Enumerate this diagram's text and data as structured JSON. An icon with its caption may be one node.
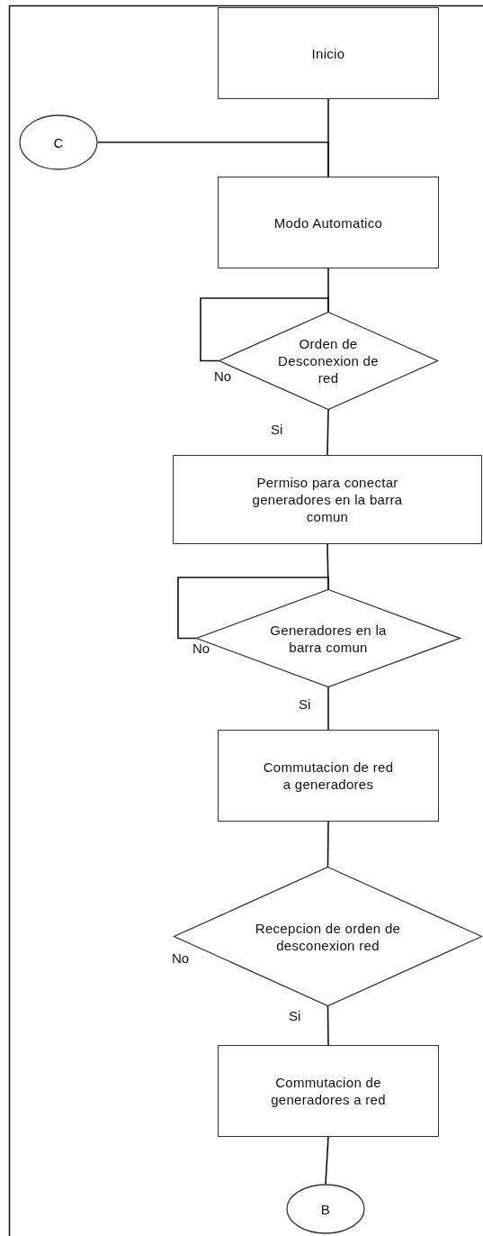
{
  "diagram": {
    "nodes": [
      {
        "text": [
          "Inicio"
        ]
      },
      {
        "text": [
          "C"
        ]
      },
      {
        "text": [
          "Modo Automatico"
        ]
      },
      {
        "text": [
          "Orden de Desconexion de red"
        ]
      },
      {
        "text": [
          "Permiso para conectar generadores en la barra comun"
        ]
      },
      {
        "text": [
          "Generadores en la barra comun"
        ]
      },
      {
        "text": [
          "Commutacion de red a generadores"
        ]
      },
      {
        "text": [
          "Recepcion de orden de desconexion red"
        ]
      },
      {
        "text": [
          "Commutacion de generadores a red"
        ]
      },
      {
        "text": [
          "B"
        ]
      }
    ],
    "edges": [
      {
        "from": 0,
        "to": 2,
        "arrow": "none"
      },
      {
        "from": 1,
        "to": 2,
        "arrow": "none"
      },
      {
        "from": 2,
        "to": 3,
        "arrow": "none"
      },
      {
        "from": 3,
        "to": 3,
        "label": "No",
        "arrow": "none"
      },
      {
        "from": 3,
        "to": 4,
        "label": "Si",
        "arrow": "none"
      },
      {
        "from": 4,
        "to": 5,
        "arrow": "none"
      },
      {
        "from": 5,
        "to": 5,
        "label": "No",
        "arrow": "none"
      },
      {
        "from": 5,
        "to": 6,
        "label": "Si",
        "arrow": "none"
      },
      {
        "from": 6,
        "to": 7,
        "arrow": "none"
      },
      {
        "from": 7,
        "to": 8,
        "label": "Si",
        "arrow": "none"
      },
      {
        "from": 8,
        "to": 9,
        "arrow": "none"
      }
    ],
    "labels": [
      "No"
    ]
  }
}
